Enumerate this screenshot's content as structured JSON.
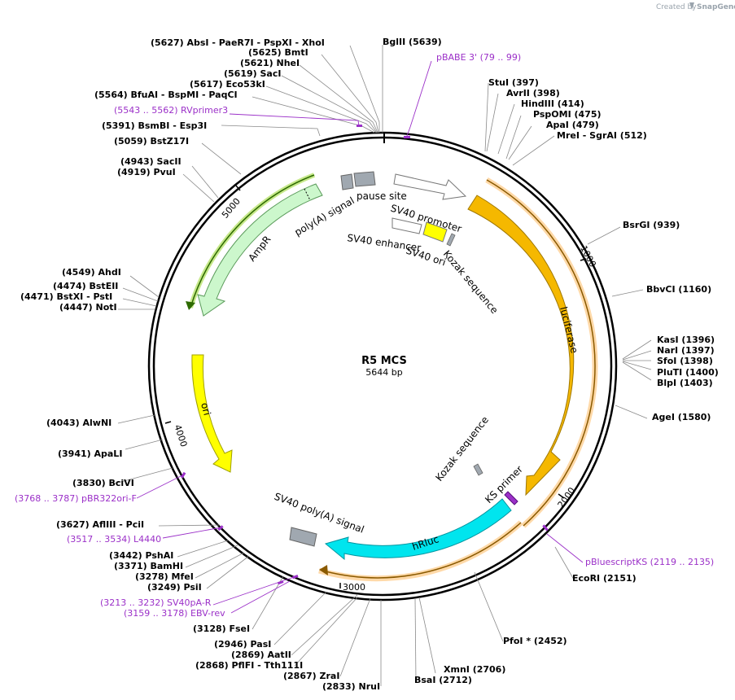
{
  "credit": {
    "prefix": "Created by",
    "brand": "SnapGene"
  },
  "plasmid": {
    "name": "R5 MCS",
    "length": "5644 bp"
  },
  "ticks": [
    "1000",
    "2000",
    "3000",
    "4000",
    "5000"
  ],
  "features": {
    "luciferase": "luciferase",
    "hrluc": "hRluc",
    "ampr": "AmpR",
    "ori": "ori",
    "sv40_promoter": "SV40 promoter",
    "sv40_enhancer": "SV40 enhancer",
    "sv40_ori": "SV40 ori",
    "pause_site": "pause site",
    "polya_signal": "poly(A) signal",
    "kozak_1": "Kozak sequence",
    "kozak_2": "Kozak sequence",
    "ks_primer": "KS primer",
    "sv40_polya": "SV40 poly(A) signal"
  },
  "enzymes": {
    "absi": "(5627)  AbsI   - PaeR7I  - PspXI  - XhoI",
    "bglii": "BglII   (5639)",
    "bmti": "(5625)  BmtI",
    "nhei": "(5621)  NheI",
    "saci": "(5619)  SacI",
    "eco53ki": "(5617)  Eco53kI",
    "bfuai": "(5564)  BfuAI   - BspMI  - PaqCI",
    "bsmbi": "(5391)  BsmBI   - Esp3I",
    "bstz17i": "(5059)  BstZ17I",
    "sacii": "(4943)  SacII",
    "pvui": "(4919)  PvuI",
    "ahdi": "(4549)  AhdI",
    "bsteii": "(4474)  BstEII",
    "bstxi": "(4471)  BstXI   - PstI",
    "noti": "(4447)  NotI",
    "alwni": "(4043)  AlwNI",
    "apali": "(3941)  ApaLI",
    "bcivi": "(3830)  BciVI",
    "afliii": "(3627)  AflIII   - PciI",
    "pshai": "(3442)  PshAI",
    "bamhi": "(3371)  BamHI",
    "mfei": "(3278)  MfeI",
    "psii": "(3249)  PsiI",
    "fsei": "(3128)  FseI",
    "pasi": "(2946)  PasI",
    "aatii": "(2869)  AatII",
    "pflfi": "(2868)  PflFI   - Tth111I",
    "zrai": "(2867)  ZraI",
    "nrui": "(2833)  NruI",
    "bsai": "BsaI   (2712)",
    "xmni": "XmnI   (2706)",
    "pfoi": "PfoI *   (2452)",
    "ecori": "EcoRI   (2151)",
    "agei": "AgeI   (1580)",
    "blpi": "BlpI   (1403)",
    "pluti": "PluTI   (1400)",
    "sfoi": "SfoI   (1398)",
    "nari": "NarI   (1397)",
    "kasi": "KasI   (1396)",
    "bbvci": "BbvCI   (1160)",
    "bsrgi": "BsrGI   (939)",
    "sgrai": "MreI  - SgrAI   (512)",
    "apai": "ApaI   (479)",
    "pspomi": "PspOMI   (475)",
    "hindiii": "HindIII   (414)",
    "avrii": "AvrII   (398)",
    "stui": "StuI   (397)"
  },
  "primers": {
    "pbabe3": "pBABE 3'    (79 .. 99)",
    "rvprimer3": "(5543 .. 5562)  RVprimer3",
    "pbr322ori": "(3768 .. 3787)  pBR322ori-F",
    "l4440": "(3517 .. 3534)  L4440",
    "sv40pa_r": "(3213 .. 3232)  SV40pA-R",
    "ebv_rev": "(3159 .. 3178)  EBV-rev",
    "pbluescriptks": "pBluescriptKS    (2119 .. 2135)"
  },
  "colors": {
    "luciferase": "#f5b800",
    "hrluc": "#00e5ee",
    "ampr": "#ccf7cc",
    "ori": "#ffff00",
    "primer": "#9b30c8",
    "feature_gray": "#a0a8b0"
  }
}
